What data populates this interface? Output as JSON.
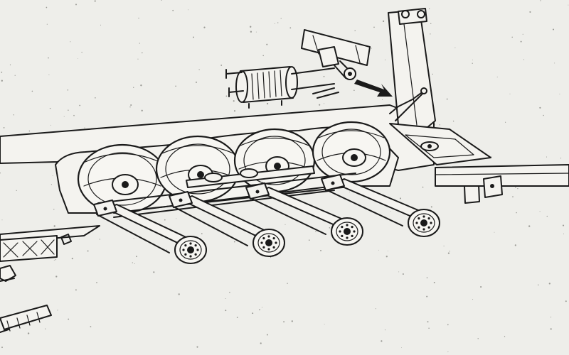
{
  "drawing": {
    "ink_color": "#1a1a1a",
    "paper_color": "#eeeeea",
    "components": {
      "deck": "trailer-deck",
      "axle_group": "four-axle-steering-suspension",
      "actuator_detail": "brake-chamber-assembly",
      "callout": "callout-arrow",
      "gooseneck": "gooseneck-tower",
      "drawbar": "drawbar"
    },
    "axle_count": 4,
    "hub_bolt_count": 8
  }
}
